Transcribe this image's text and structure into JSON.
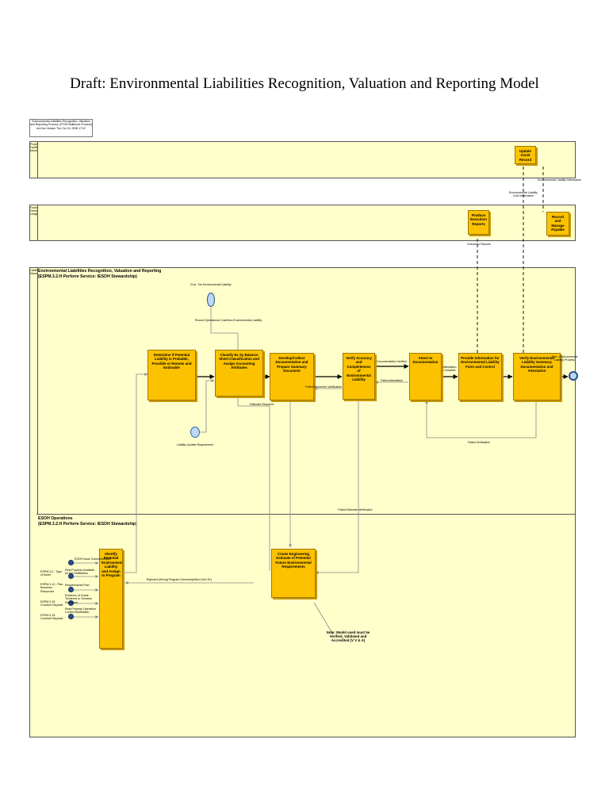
{
  "title": "Draft: Environmental Liabilities Recognition, Valuation and Reporting Model",
  "meta_text": "Environmental Liabilities Recognition, Valuation and Reporting Process (OTHS Baltimore Process) Ad-Hoc Version Thu Oct 16, 2008 17:02",
  "lanes": {
    "lane1_label": "Property Facility Manager",
    "lane2_label": "Finance General Ledger",
    "lane3_label": "Liability Manager",
    "lane3_title": "Environmental Liabilities Recognition, Valuation and Reporting",
    "lane3_subtitle": "(ESPM.3.2.H Perform Service: IESOH Stewardship)",
    "lane4_title": "ESOH Operations",
    "lane4_subtitle": "(ESPM.3.2.H Perform Service: IESOH Stewardship)"
  },
  "boxes": {
    "update_asset": "Update Asset Record",
    "produce_reports": "Produce Execution Reports",
    "record_payable": "Record and Manage Payable",
    "determine": "Determine if Potential Liability is Probable, Possible or Remote and Estimable",
    "classify": "Classify EL by Balance Sheet Classification and Assign Accounting Attributes",
    "develop": "Develop/Collect Documentation and Prepare Summary Document",
    "verify_accuracy": "Verify Accuracy and Completeness of Environmental Liability",
    "attest": "Attest to Documentation",
    "provide_info": "Provide Information for Environmental Liability Form and Control",
    "verify_summary": "Verify Environmental Liability Summary Documentation and Attestation",
    "identify": "Identify Potential Environmental Liability and Assign to Program",
    "create_estimate": "Create Engineering Estimate of Potential Future Environmental Requirements"
  },
  "labels": {
    "env_liab_info": "Environmental Liability Information",
    "env_liab_cost": "Environmental Liability Cost Information",
    "execution_reports": "Execution Reports",
    "end_no_env": "End - No Environmental Liability",
    "record_operational": "Record Operational Cost/Non-Environmental Liability",
    "doc_verified": "Documentation Verified",
    "attestation_complete": "Attestation Complete",
    "failed_attestation": "Failed Attestation",
    "failed_doc_verification": "Failed Document Verification",
    "estimate_required": "Estimate Required",
    "liability_update": "Liability Update Requirement",
    "failed_verification": "Failed Verification",
    "failed_estimate_verification": "Failed Estimate Verification",
    "end_env": "End - Environmental Liability Process",
    "rejected": "Rejected (Wrong Program Ownership/Non-DoD EL)",
    "esoh_issue": "ESOH Issue Communication",
    "real_property": "Real Property Available for the Notification",
    "requirements_plan": "Requirements Plan",
    "evidence": "Evidence of Grade Tendered or Services Rendered",
    "real_property_op": "Real Property Operation Control Notification",
    "espm_type": "ESPM.3.2.. Type of Asset",
    "espm_plan": "ESPM.3.12.. Plan Business Resources",
    "espm_conduct1": "ESPM.3.15.. Conduct Disposal",
    "espm_conduct2": "ESPM.3.15.. Conduct Disposal"
  },
  "note": "Note: Model used must be Verified, Validated and Accredited (V V & A)",
  "colors": {
    "lane_fill": "#ffffcc",
    "box_fill": "#fcc200",
    "event_fill": "#bcd8f5"
  }
}
